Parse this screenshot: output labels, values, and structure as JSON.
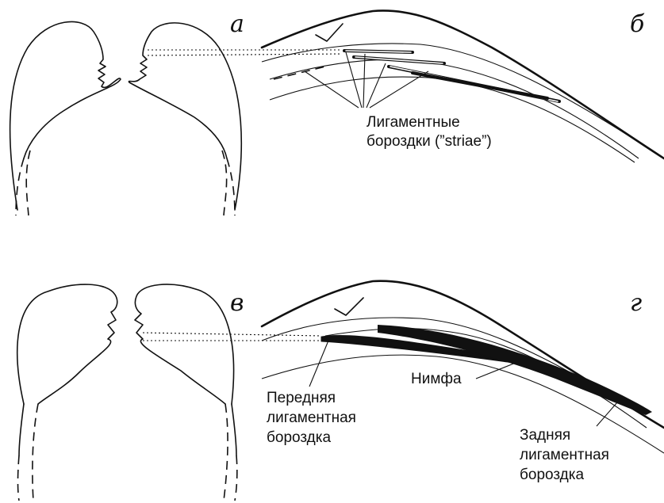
{
  "panels": {
    "a": "а",
    "b": "б",
    "v": "в",
    "g": "г"
  },
  "labels": {
    "striae_line1": "Лигаментные",
    "striae_line2": "бороздки (”striae”)",
    "nymph": "Нимфа",
    "anterior": [
      "Передняя",
      "лигаментная",
      "бороздка"
    ],
    "posterior": [
      "Задняя",
      "лигаментная",
      "бороздка"
    ]
  }
}
